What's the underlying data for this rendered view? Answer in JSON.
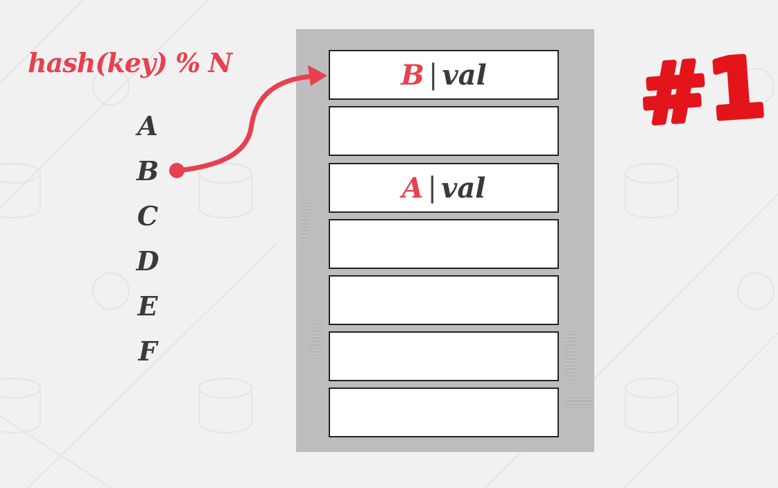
{
  "formula": "hash(key) % N",
  "keys": [
    "A",
    "B",
    "C",
    "D",
    "E",
    "F"
  ],
  "slots": [
    {
      "key": "B",
      "sep": "|",
      "value": "val"
    },
    {
      "key": "",
      "sep": "",
      "value": ""
    },
    {
      "key": "A",
      "sep": "|",
      "value": "val"
    },
    {
      "key": "",
      "sep": "",
      "value": ""
    },
    {
      "key": "",
      "sep": "",
      "value": ""
    },
    {
      "key": "",
      "sep": "",
      "value": ""
    },
    {
      "key": "",
      "sep": "",
      "value": ""
    }
  ],
  "badge": "#1",
  "colors": {
    "accent": "#e8404e",
    "badge": "#e4141b",
    "table_bg": "#bdbdbd",
    "text": "#3a3a3a"
  }
}
